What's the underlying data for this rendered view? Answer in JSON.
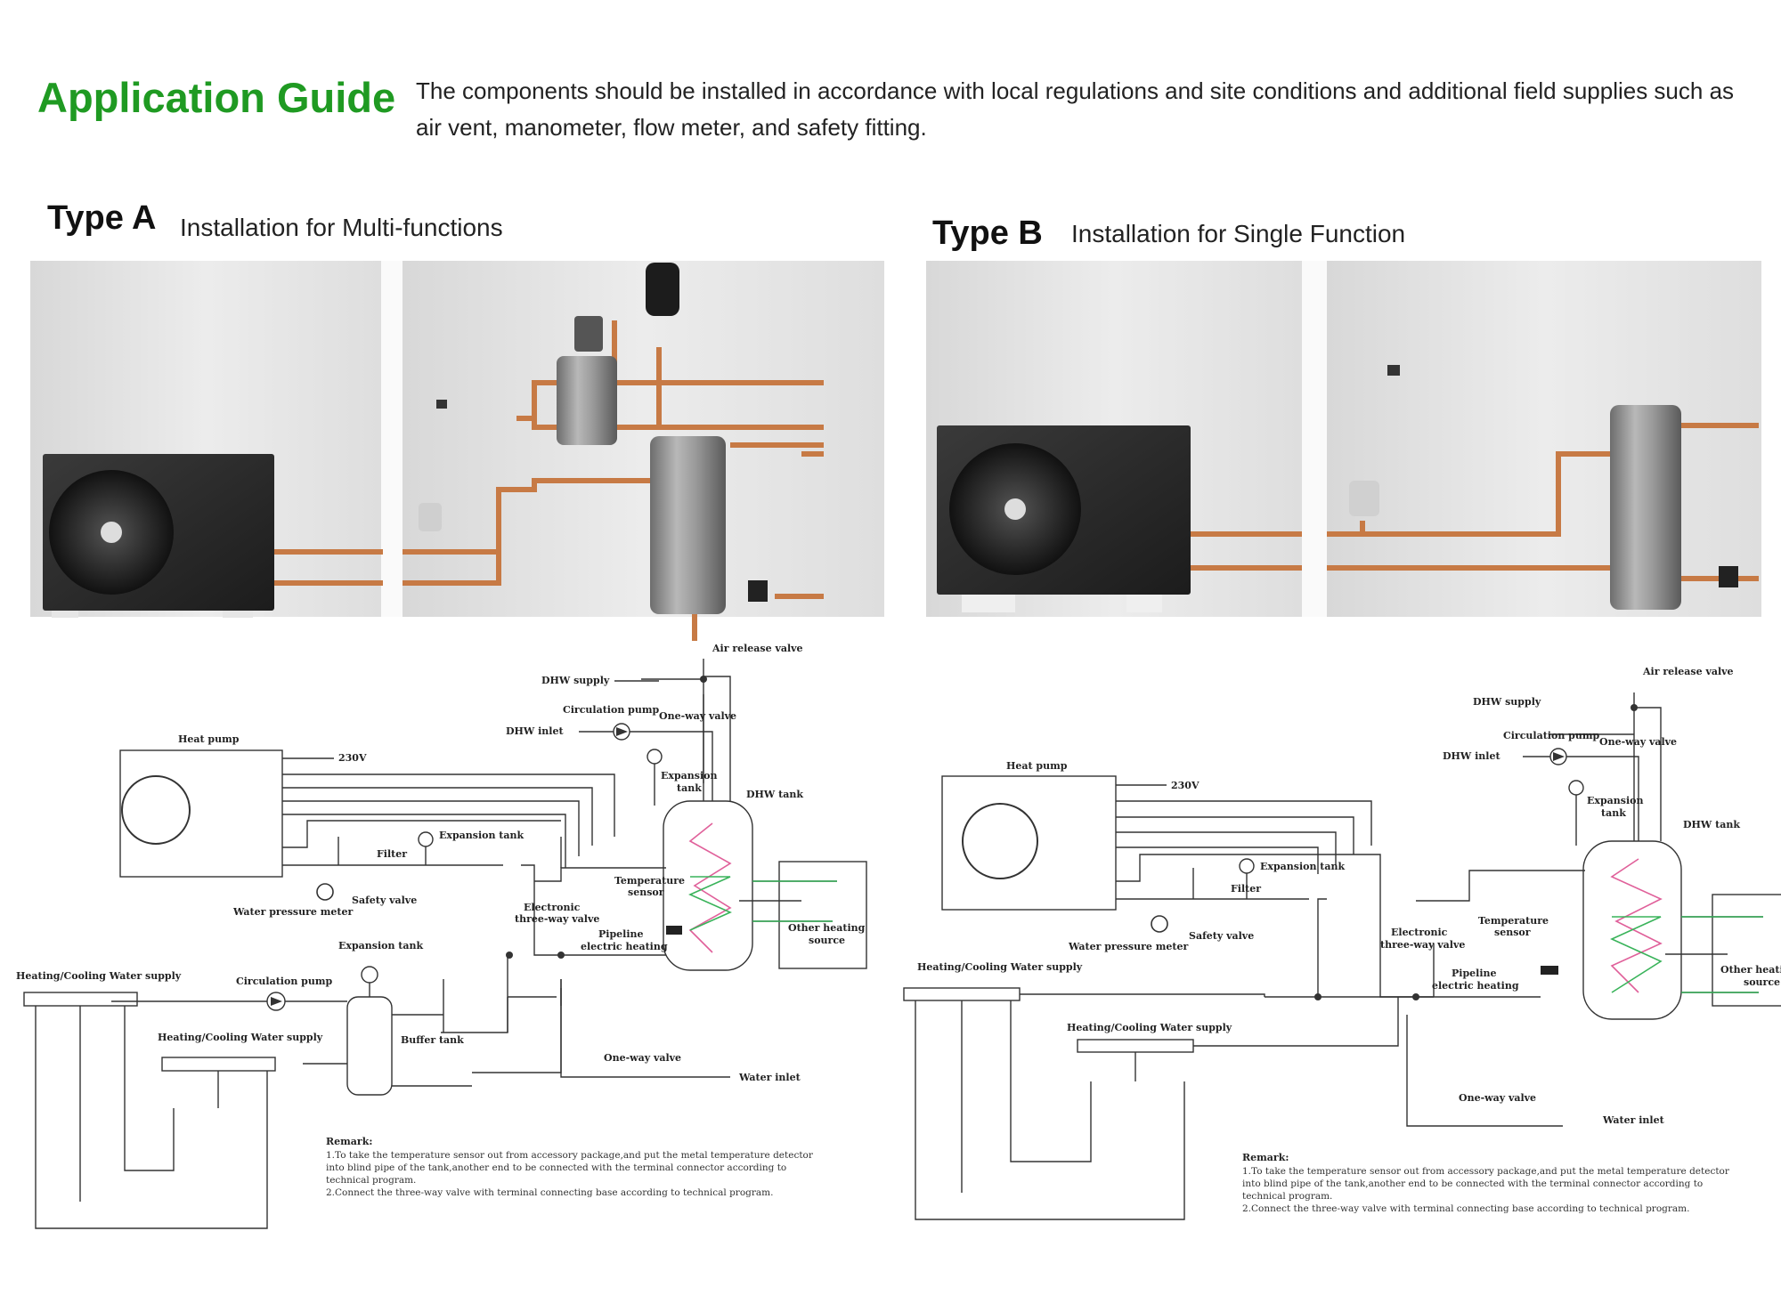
{
  "header": {
    "title": "Application Guide",
    "description": "The components should be installed in accordance with local regulations and site conditions and additional field supplies such as air vent, manometer, flow meter, and safety fitting."
  },
  "type_a": {
    "label": "Type A",
    "subtitle": "Installation for Multi-functions",
    "diagram": {
      "air_release_valve": "Air release valve",
      "dhw_supply": "DHW supply",
      "circulation_pump_top": "Circulation pump",
      "one_way_valve_top": "One-way valve",
      "dhw_inlet": "DHW inlet",
      "heat_pump": "Heat pump",
      "voltage": "230V",
      "expansion_tank_right_1": "Expansion",
      "expansion_tank_right_2": "tank",
      "dhw_tank": "DHW tank",
      "expansion_tank_mid": "Expansion tank",
      "filter": "Filter",
      "temperature_sensor_1": "Temperature",
      "temperature_sensor_2": "sensor",
      "electronic_valve_1": "Electronic",
      "electronic_valve_2": "three-way valve",
      "water_pressure_meter": "Water pressure meter",
      "safety_valve": "Safety valve",
      "other_heating_1": "Other heating",
      "other_heating_2": "source",
      "pipeline_heating_1": "Pipeline",
      "pipeline_heating_2": "electric heating",
      "expansion_tank_low": "Expansion tank",
      "hc_water_supply_1": "Heating/Cooling Water supply",
      "circulation_pump_mid": "Circulation pump",
      "hc_water_supply_2": "Heating/Cooling Water supply",
      "buffer_tank": "Buffer tank",
      "one_way_valve_bottom": "One-way valve",
      "water_inlet": "Water inlet",
      "remark_title": "Remark:",
      "remark_1": "1.To take the temperature sensor out from accessory package,and put the metal temperature detector",
      "remark_2": "into blind pipe of the tank,another end to be connected with the terminal connector according to",
      "remark_3": "technical program.",
      "remark_4": "2.Connect the three-way valve with terminal connecting base according to technical program."
    }
  },
  "type_b": {
    "label": "Type B",
    "subtitle": "Installation for Single Function",
    "diagram": {
      "air_release_valve": "Air release valve",
      "dhw_supply": "DHW supply",
      "circulation_pump_top": "Circulation pump",
      "one_way_valve_top": "One-way valve",
      "dhw_inlet": "DHW inlet",
      "heat_pump": "Heat pump",
      "voltage": "230V",
      "expansion_tank_right_1": "Expansion",
      "expansion_tank_right_2": "tank",
      "dhw_tank": "DHW tank",
      "expansion_tank_mid": "Expansion tank",
      "filter": "Filter",
      "temperature_sensor_1": "Temperature",
      "temperature_sensor_2": "sensor",
      "electronic_valve_1": "Electronic",
      "electronic_valve_2": "three-way valve",
      "water_pressure_meter": "Water pressure meter",
      "safety_valve": "Safety valve",
      "other_heating_1": "Other heating",
      "other_heating_2": "source",
      "pipeline_heating_1": "Pipeline",
      "pipeline_heating_2": "electric heating",
      "hc_water_supply_1": "Heating/Cooling Water supply",
      "hc_water_supply_2": "Heating/Cooling Water supply",
      "one_way_valve_bottom": "One-way valve",
      "water_inlet": "Water inlet",
      "remark_title": "Remark:",
      "remark_1": "1.To take the temperature sensor out from accessory package,and put the metal temperature detector",
      "remark_2": "into blind pipe of the tank,another end to be connected with the terminal connector according to",
      "remark_3": "technical program.",
      "remark_4": "2.Connect the three-way valve with terminal connecting base according to technical program."
    }
  },
  "colors": {
    "title_green": "#1f9a22",
    "copper": "#c77a45",
    "wall": "#e4e4e4",
    "coil_pink": "#e0609a",
    "coil_green": "#39b35a"
  }
}
